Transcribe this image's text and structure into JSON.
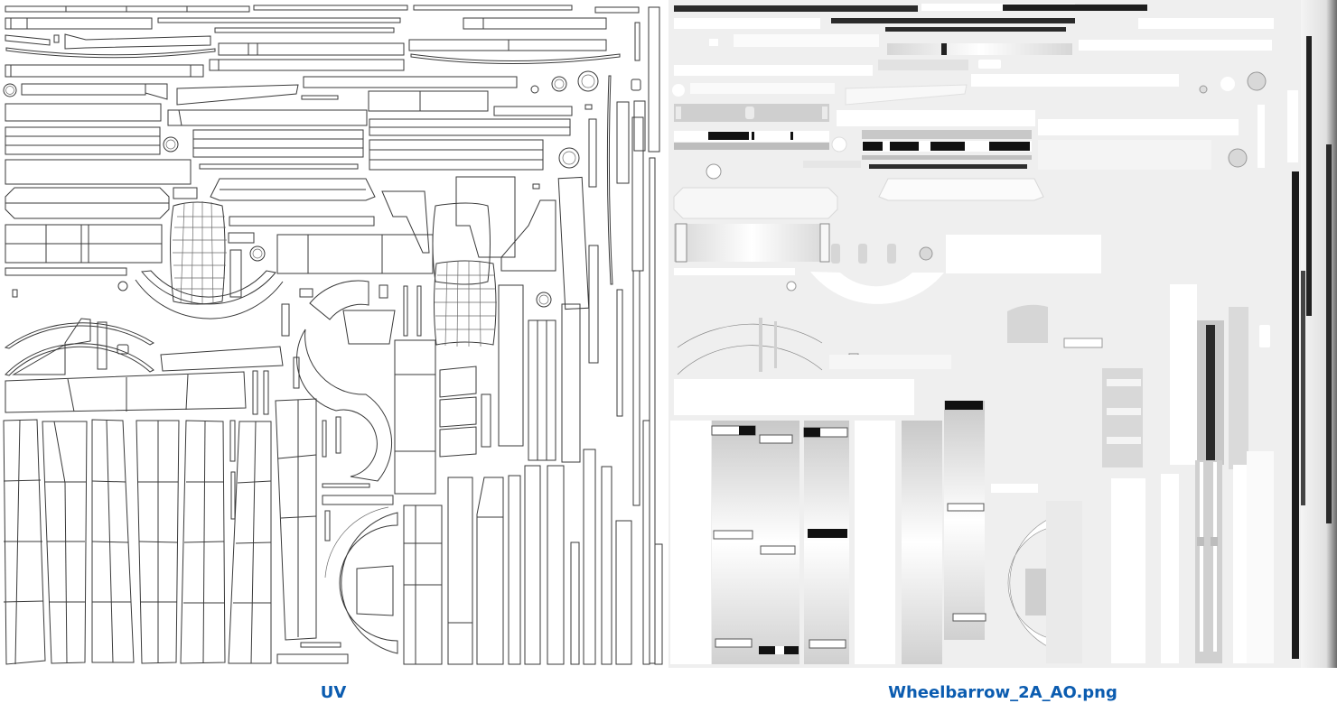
{
  "panels": [
    {
      "id": "uv",
      "caption": "UV",
      "kind": "uv-wireframe-layout"
    },
    {
      "id": "ao",
      "caption": "Wheelbarrow_2A_AO.png",
      "kind": "ambient-occlusion-texture"
    }
  ],
  "colors": {
    "caption": "#0b5cb0",
    "wire": "#3a3a3a",
    "ao_background": "#f2f2f2",
    "ao_dark": "#111111"
  }
}
